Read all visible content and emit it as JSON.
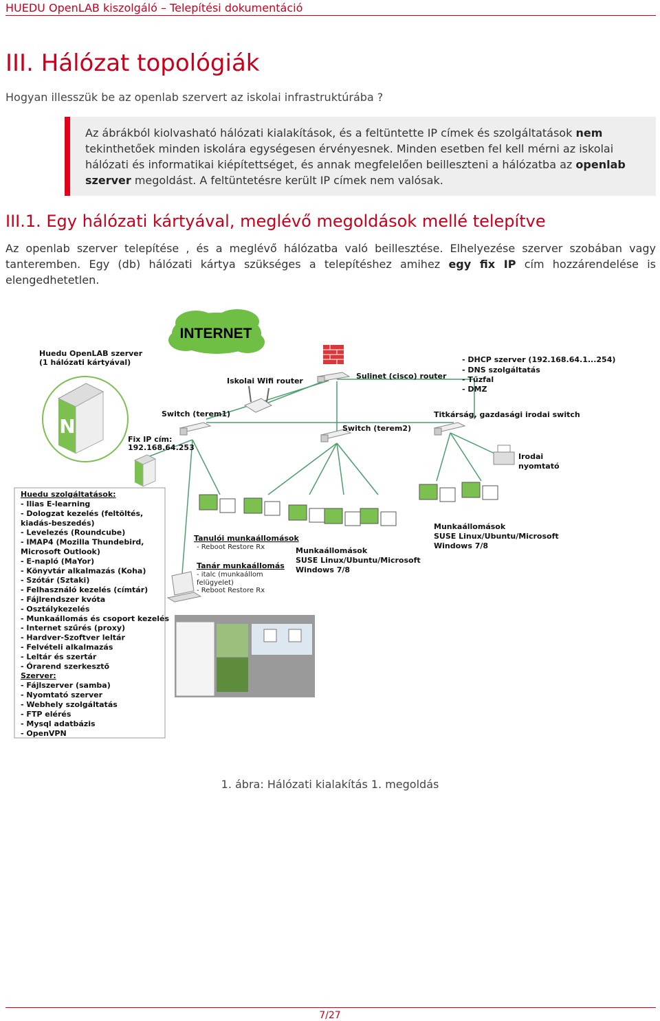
{
  "header": {
    "title": "HUEDU OpenLAB kiszolgáló – Telepítési dokumentáció"
  },
  "section": {
    "title": "III. Hálózat topológiák",
    "subtitle": "Hogyan illesszük be az openlab szervert az iskolai infrastruktúrába ?"
  },
  "note": {
    "p1": "Az ábrákból  kiolvasható hálózati kialakítások, és a feltüntette IP címek és szolgáltatások ",
    "b1": "nem",
    "p2": " tekinthetőek minden iskolára egységesen érvényesnek. Minden esetben fel kell mérni az iskolai hálózati és informatikai kiépítettséget, és annak megfelelően beilleszteni a hálózatba az ",
    "b2": "openlab szerver",
    "p3": " megoldást. A feltüntetésre került IP címek nem valósak."
  },
  "subsection": {
    "title": "III.1. Egy hálózati kártyával, meglévő megoldások mellé telepítve",
    "p1": "Az openlab szerver telepítése , és a meglévő hálózatba való beillesztése. Elhelyezése szerver szobában vagy tanteremben. Egy (db) hálózati kártya szükséges a telepítéshez amihez ",
    "b1": "egy fix IP",
    "p2": " cím hozzárendelése is elengedhetetlen."
  },
  "figure": {
    "internet": "INTERNET",
    "server_title1": "Huedu OpenLAB szerver",
    "server_title2": "(1 hálózati kártyával)",
    "fix_ip1": "Fix IP cím:",
    "fix_ip2": "192.168.64.253",
    "wifi": "Iskolai Wifi router",
    "router": "Sulinet (cisco) router",
    "router_services": [
      "- DHCP szerver (192.168.64.1...254)",
      "- DNS szolgáltatás",
      "- Tűzfal",
      "- DMZ"
    ],
    "switch1": "Switch (terem1)",
    "switch2": "Switch (terem2)",
    "switch3": "Titkárság, gazdasági irodai switch",
    "printer1": "Irodai",
    "printer2": "nyomtató",
    "services_title": "Huedu szolgáltatások:",
    "services": [
      "- Ilias E-learning",
      "- Dologzat kezelés (feltöltés,",
      "kiadás-beszedés)",
      "- Levelezés (Roundcube)",
      "- IMAP4 (Mozilla Thundebird,",
      "Microsoft Outlook)",
      "- E-napló (MaYor)",
      "- Könyvtár alkalmazás (Koha)",
      "- Szótár (Sztaki)",
      "- Felhasználó kezelés (címtár)",
      "- Fájlrendszer kvóta",
      "- Osztálykezelés",
      "- Munkaállomás és csoport kezelés",
      "- Internet szűrés (proxy)",
      "- Hardver-Szoftver leltár",
      "- Felvételi alkalmazás",
      "- Leltár és szertár",
      "- Órarend szerkesztő"
    ],
    "server_section_title": "Szerver:",
    "server_services": [
      "- Fájlszerver (samba)",
      "- Nyomtató szerver",
      "- Webhely szolgáltatás",
      "- FTP elérés",
      "- Mysql adatbázis",
      "- OpenVPN"
    ],
    "student_title": "Tanulói munkaállomások",
    "student_sub": "- Reboot Restore Rx",
    "teacher_title": "Tanár munkaállomás",
    "teacher_sub": [
      "- italc (munkaállom",
      "felügyelet)",
      "- Reboot Restore Rx"
    ],
    "ws_mid": [
      "Munkaállomások",
      "SUSE Linux/Ubuntu/Microsoft",
      "Windows 7/8"
    ],
    "ws_right": [
      "Munkaállomások",
      "SUSE Linux/Ubuntu/Microsoft",
      "Windows 7/8"
    ]
  },
  "caption": "1. ábra: Hálózati kialakítás 1. megoldás",
  "page_number": "7/27",
  "colors": {
    "accent": "#c8001c",
    "note_bg": "#eeeeee",
    "note_bar": "#e2001a",
    "cloud": "#6fbf44",
    "line": "#4aa06a"
  }
}
